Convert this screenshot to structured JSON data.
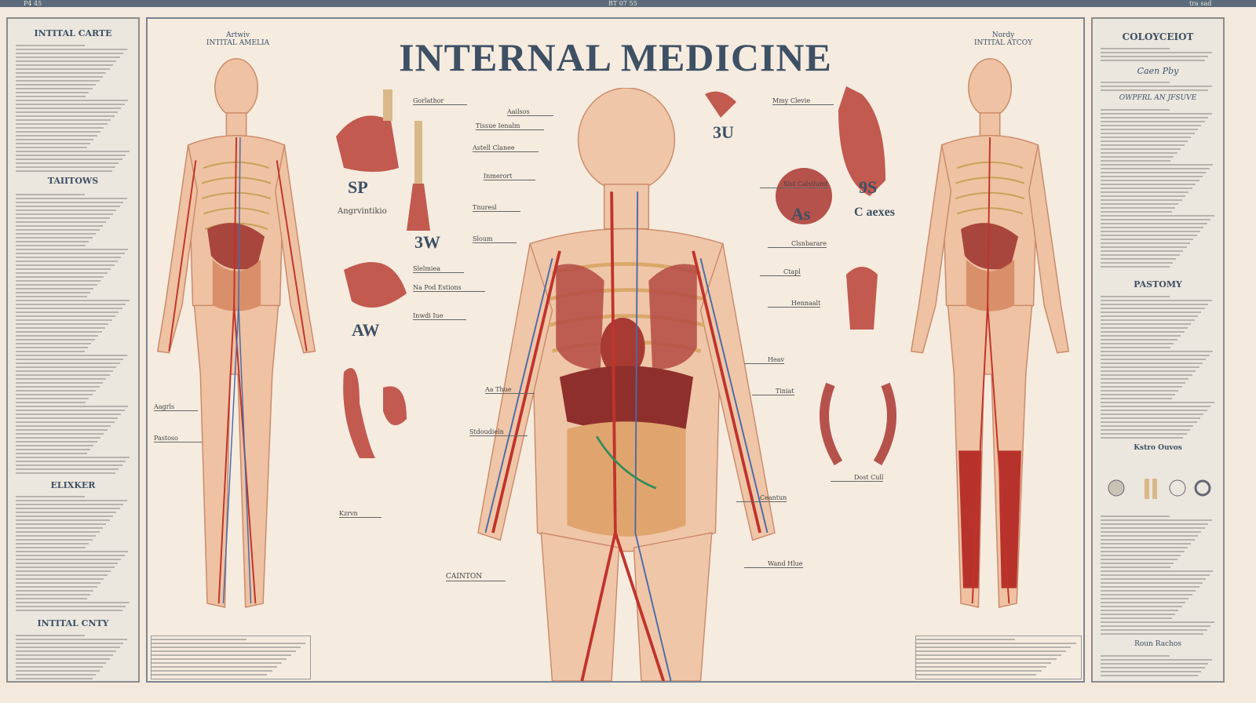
{
  "topbar": {
    "left": "P4  45",
    "center": "BT 07 55",
    "right": "tra sad"
  },
  "title": "INTERNAL MEDICINE",
  "left_panel": {
    "headings": [
      "INTITAL CARTE",
      "TAIITOWS",
      "ELIXKER",
      "INTITAL CNTY"
    ]
  },
  "right_panel": {
    "headings": [
      "COLOYCEIOT",
      "Caen Pby",
      "OWPFRL AN JFSUVE",
      "PASTOMY",
      "Kstro Ouvos",
      "Roun Rachos"
    ]
  },
  "figures": {
    "left_caption": [
      "Artwiv",
      "INTITAL AMELIA"
    ],
    "right_caption": [
      "Nordy",
      "INTITAL ATCOY"
    ]
  },
  "big_labels": [
    "SP",
    "3W",
    "AW",
    "3U",
    "As",
    "9S",
    "C aexes",
    "Angrvintikio"
  ],
  "labels": [
    "Gorlathor",
    "Aailsos",
    "Tissue Ienalm",
    "Astell Clanee",
    "Inmerort",
    "Tnuresl",
    "Sloum",
    "Slelmiea",
    "Na Pod Estions",
    "Inwdi Iue",
    "Aagrls",
    "Pastoso",
    "Slst Calsilumt",
    "Clsnbarare",
    "Ctapl",
    "Hennaalt",
    "Mmy Clevie",
    "Heav",
    "Tiniat",
    "Aa Thue",
    "Stdoudieln",
    "Ceantun",
    "Wand Hlue",
    "CAINTON",
    "Dost Cull",
    "Kzrvn"
  ]
}
